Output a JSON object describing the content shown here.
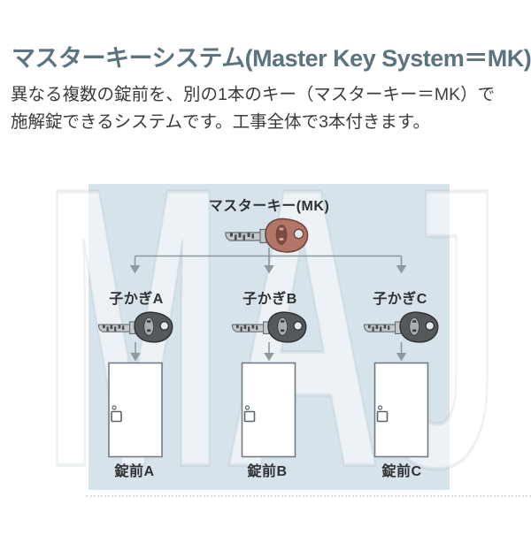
{
  "header": {
    "title": "マスターキーシステム(Master Key System＝MK)",
    "description_line1": "異なる複数の錠前を、別の1本のキー（マスターキー＝MK）で",
    "description_line2": "施解錠できるシステムです。工事全体で3本付きます。"
  },
  "diagram": {
    "watermark": "MAJ",
    "master_key_label": "マスターキー(MK)",
    "child_keys": [
      {
        "label": "子かぎA"
      },
      {
        "label": "子かぎB"
      },
      {
        "label": "子かぎC"
      }
    ],
    "locks": [
      {
        "label": "錠前A"
      },
      {
        "label": "錠前B"
      },
      {
        "label": "錠前C"
      }
    ]
  },
  "colors": {
    "diagram_background": "#d6e3eb",
    "title_text": "#5c7380",
    "body_text": "#3b3b3b",
    "label_text": "#2f3133",
    "master_key_head": "#b37567",
    "child_key_head": "#55595c",
    "connector_line": "#8e999f",
    "door_outline": "#727c82"
  }
}
